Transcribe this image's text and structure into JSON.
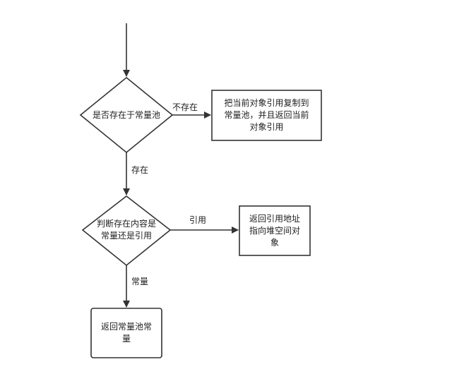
{
  "nodes": {
    "decision_exists": {
      "text": "是否存在于常量池"
    },
    "box_copy": {
      "text": "把当前对象引用复制到\n常量池，并且返回当前\n对象引用"
    },
    "decision_type": {
      "text": "判断存在内容是\n常量还是引用"
    },
    "box_heap": {
      "text": "返回引用地址\n指向堆空间对\n象"
    },
    "box_const": {
      "text": "返回常量池常\n量"
    }
  },
  "edges": {
    "not_exists": "不存在",
    "exists": "存在",
    "reference": "引用",
    "constant": "常量"
  }
}
